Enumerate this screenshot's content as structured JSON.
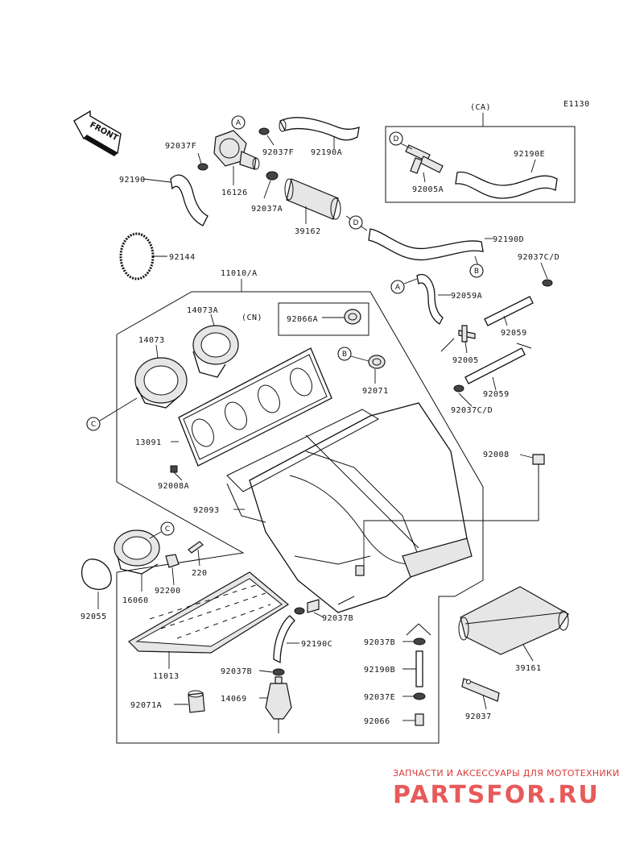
{
  "diagram_code": "E1130",
  "direction_label": "FRONT",
  "variants": {
    "ca": "(CA)",
    "cn": "(CN)"
  },
  "callouts": {
    "a": "A",
    "b": "B",
    "c": "C",
    "d": "D"
  },
  "parts": {
    "p92037F_1": "92037F",
    "p92037F_2": "92037F",
    "p92190A": "92190A",
    "p16126": "16126",
    "p92190": "92190",
    "p92037A": "92037A",
    "p39162": "39162",
    "p92005A": "92005A",
    "p92190E": "92190E",
    "p92190D": "92190D",
    "p92144": "92144",
    "p11010A": "11010/A",
    "p92037CD_1": "92037C/D",
    "p92059A": "92059A",
    "p14073A": "14073A",
    "p92066A": "92066A",
    "p14073": "14073",
    "p92059_1": "92059",
    "p92005": "92005",
    "p92071": "92071",
    "p92059_2": "92059",
    "p92037CD_2": "92037C/D",
    "p13091": "13091",
    "p92008": "92008",
    "p92008A": "92008A",
    "p92093": "92093",
    "p220": "220",
    "p92200": "92200",
    "p16060": "16060",
    "p92055": "92055",
    "p92037B_1": "92037B",
    "p92190C": "92190C",
    "p92037B_2": "92037B",
    "p11013": "11013",
    "p92037B_3": "92037B",
    "p92190B": "92190B",
    "p39161": "39161",
    "p14069": "14069",
    "p92037E": "92037E",
    "p92071A": "92071A",
    "p92066": "92066",
    "p92037": "92037"
  },
  "watermark": {
    "subtitle": "ЗАПЧАСТИ И АКСЕССУАРЫ ДЛЯ МОТОТЕХНИКИ",
    "brand": "PARTSFOR.RU",
    "brand_color": "#e85a5a"
  }
}
